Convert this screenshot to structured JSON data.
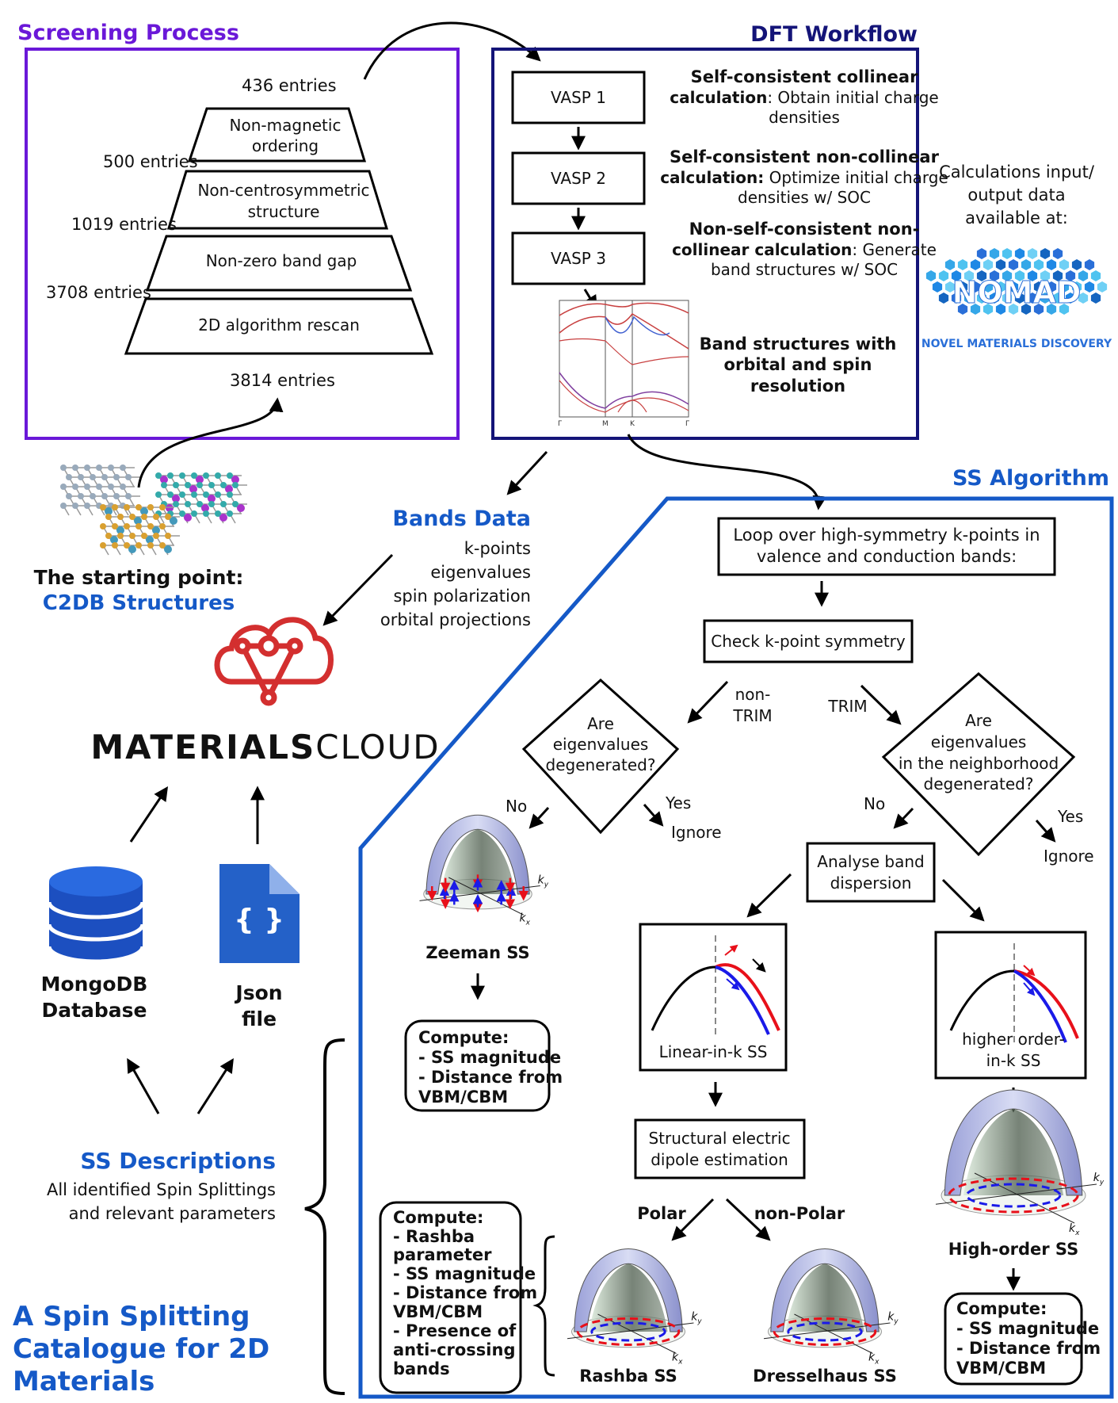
{
  "screening": {
    "title": "Screening Process",
    "top_count": "436 entries",
    "levels": [
      "Non-magnetic",
      "ordering",
      "Non-centrosymmetric",
      "structure",
      "Non-zero band gap",
      "2D algorithm rescan"
    ],
    "counts": [
      "500 entries",
      "1019 entries",
      "3708 entries"
    ],
    "bottom_count": "3814 entries"
  },
  "dft": {
    "title": "DFT Workflow",
    "steps": [
      "VASP 1",
      "VASP 2",
      "VASP 3"
    ],
    "desc1": [
      "Self-consistent collinear",
      "calculation",
      ": Obtain initial charge",
      "densities"
    ],
    "desc2": [
      "Self-consistent non-collinear",
      "calculation:",
      " Optimize initial charge",
      "densities w/ SOC"
    ],
    "desc3": [
      "Non-self-consistent non-",
      "collinear calculation",
      ": Generate",
      "band structures w/ SOC"
    ],
    "desc4": [
      "Band structures with",
      "orbital and spin",
      "resolution"
    ],
    "kpath": [
      "Γ",
      "M",
      "K",
      "Γ"
    ]
  },
  "nomad": {
    "caption": [
      "Calculations input/",
      "output data",
      "available at:"
    ],
    "logo_text": "NOMAD",
    "subtitle": "NOVEL MATERIALS DISCOVERY"
  },
  "start": {
    "line1": "The starting point:",
    "line2": "C2DB Structures"
  },
  "bands": {
    "title": "Bands Data",
    "items": [
      "k-points",
      "eigenvalues",
      "spin polarization",
      "orbital projections"
    ]
  },
  "materials_cloud": {
    "bold": "MATERIALS",
    "light": "CLOUD"
  },
  "storage": {
    "db": [
      "MongoDB",
      "Database"
    ],
    "json": [
      "Json",
      "file"
    ],
    "json_glyph": "{ }"
  },
  "descriptions": {
    "title": "SS Descriptions",
    "lines": [
      "All identified Spin Splittings",
      "and relevant parameters"
    ]
  },
  "catalogue": {
    "lines": [
      "A Spin Splitting",
      "Catalogue for 2D",
      "Materials"
    ]
  },
  "algorithm": {
    "title": "SS Algorithm",
    "loop": [
      "Loop over high-symmetry k-points in",
      "valence and conduction bands:"
    ],
    "check": "Check k-point symmetry",
    "nontrim": [
      "non-",
      "TRIM"
    ],
    "trim": "TRIM",
    "q1": [
      "Are",
      "eigenvalues",
      "degenerated?"
    ],
    "q2": [
      "Are",
      "eigenvalues",
      "in the neighborhood",
      "degenerated?"
    ],
    "no": "No",
    "yes": "Yes",
    "ignore": "Ignore",
    "analyse": [
      "Analyse band",
      "dispersion"
    ],
    "zeeman": "Zeeman SS",
    "compute_zeeman": [
      "Compute:",
      "- SS magnitude",
      "- Distance from",
      "VBM/CBM"
    ],
    "linear": "Linear-in-k SS",
    "higher": [
      "higher order-",
      "in-k SS"
    ],
    "dipole": [
      "Structural electric",
      "dipole estimation"
    ],
    "polar": "Polar",
    "nonpolar": "non-Polar",
    "compute_rashba": [
      "Compute:",
      "- Rashba",
      "parameter",
      "- SS magnitude",
      "- Distance from",
      "VBM/CBM",
      "- Presence of",
      "anti-crossing",
      "bands"
    ],
    "rashba": "Rashba SS",
    "dresselhaus": "Dresselhaus SS",
    "highorder": "High-order SS",
    "compute_high": [
      "Compute:",
      "- SS magnitude",
      "- Distance from",
      "VBM/CBM"
    ],
    "ky": "k",
    "ky_sub": "y",
    "kx": "k",
    "kx_sub": "x"
  },
  "colors": {
    "screening": "#6a18d8",
    "dft": "#141478",
    "algorithm": "#1559c7",
    "cloud": "#d32f2f",
    "spin_up": "#e8101a",
    "spin_down": "#1a1ae8"
  }
}
